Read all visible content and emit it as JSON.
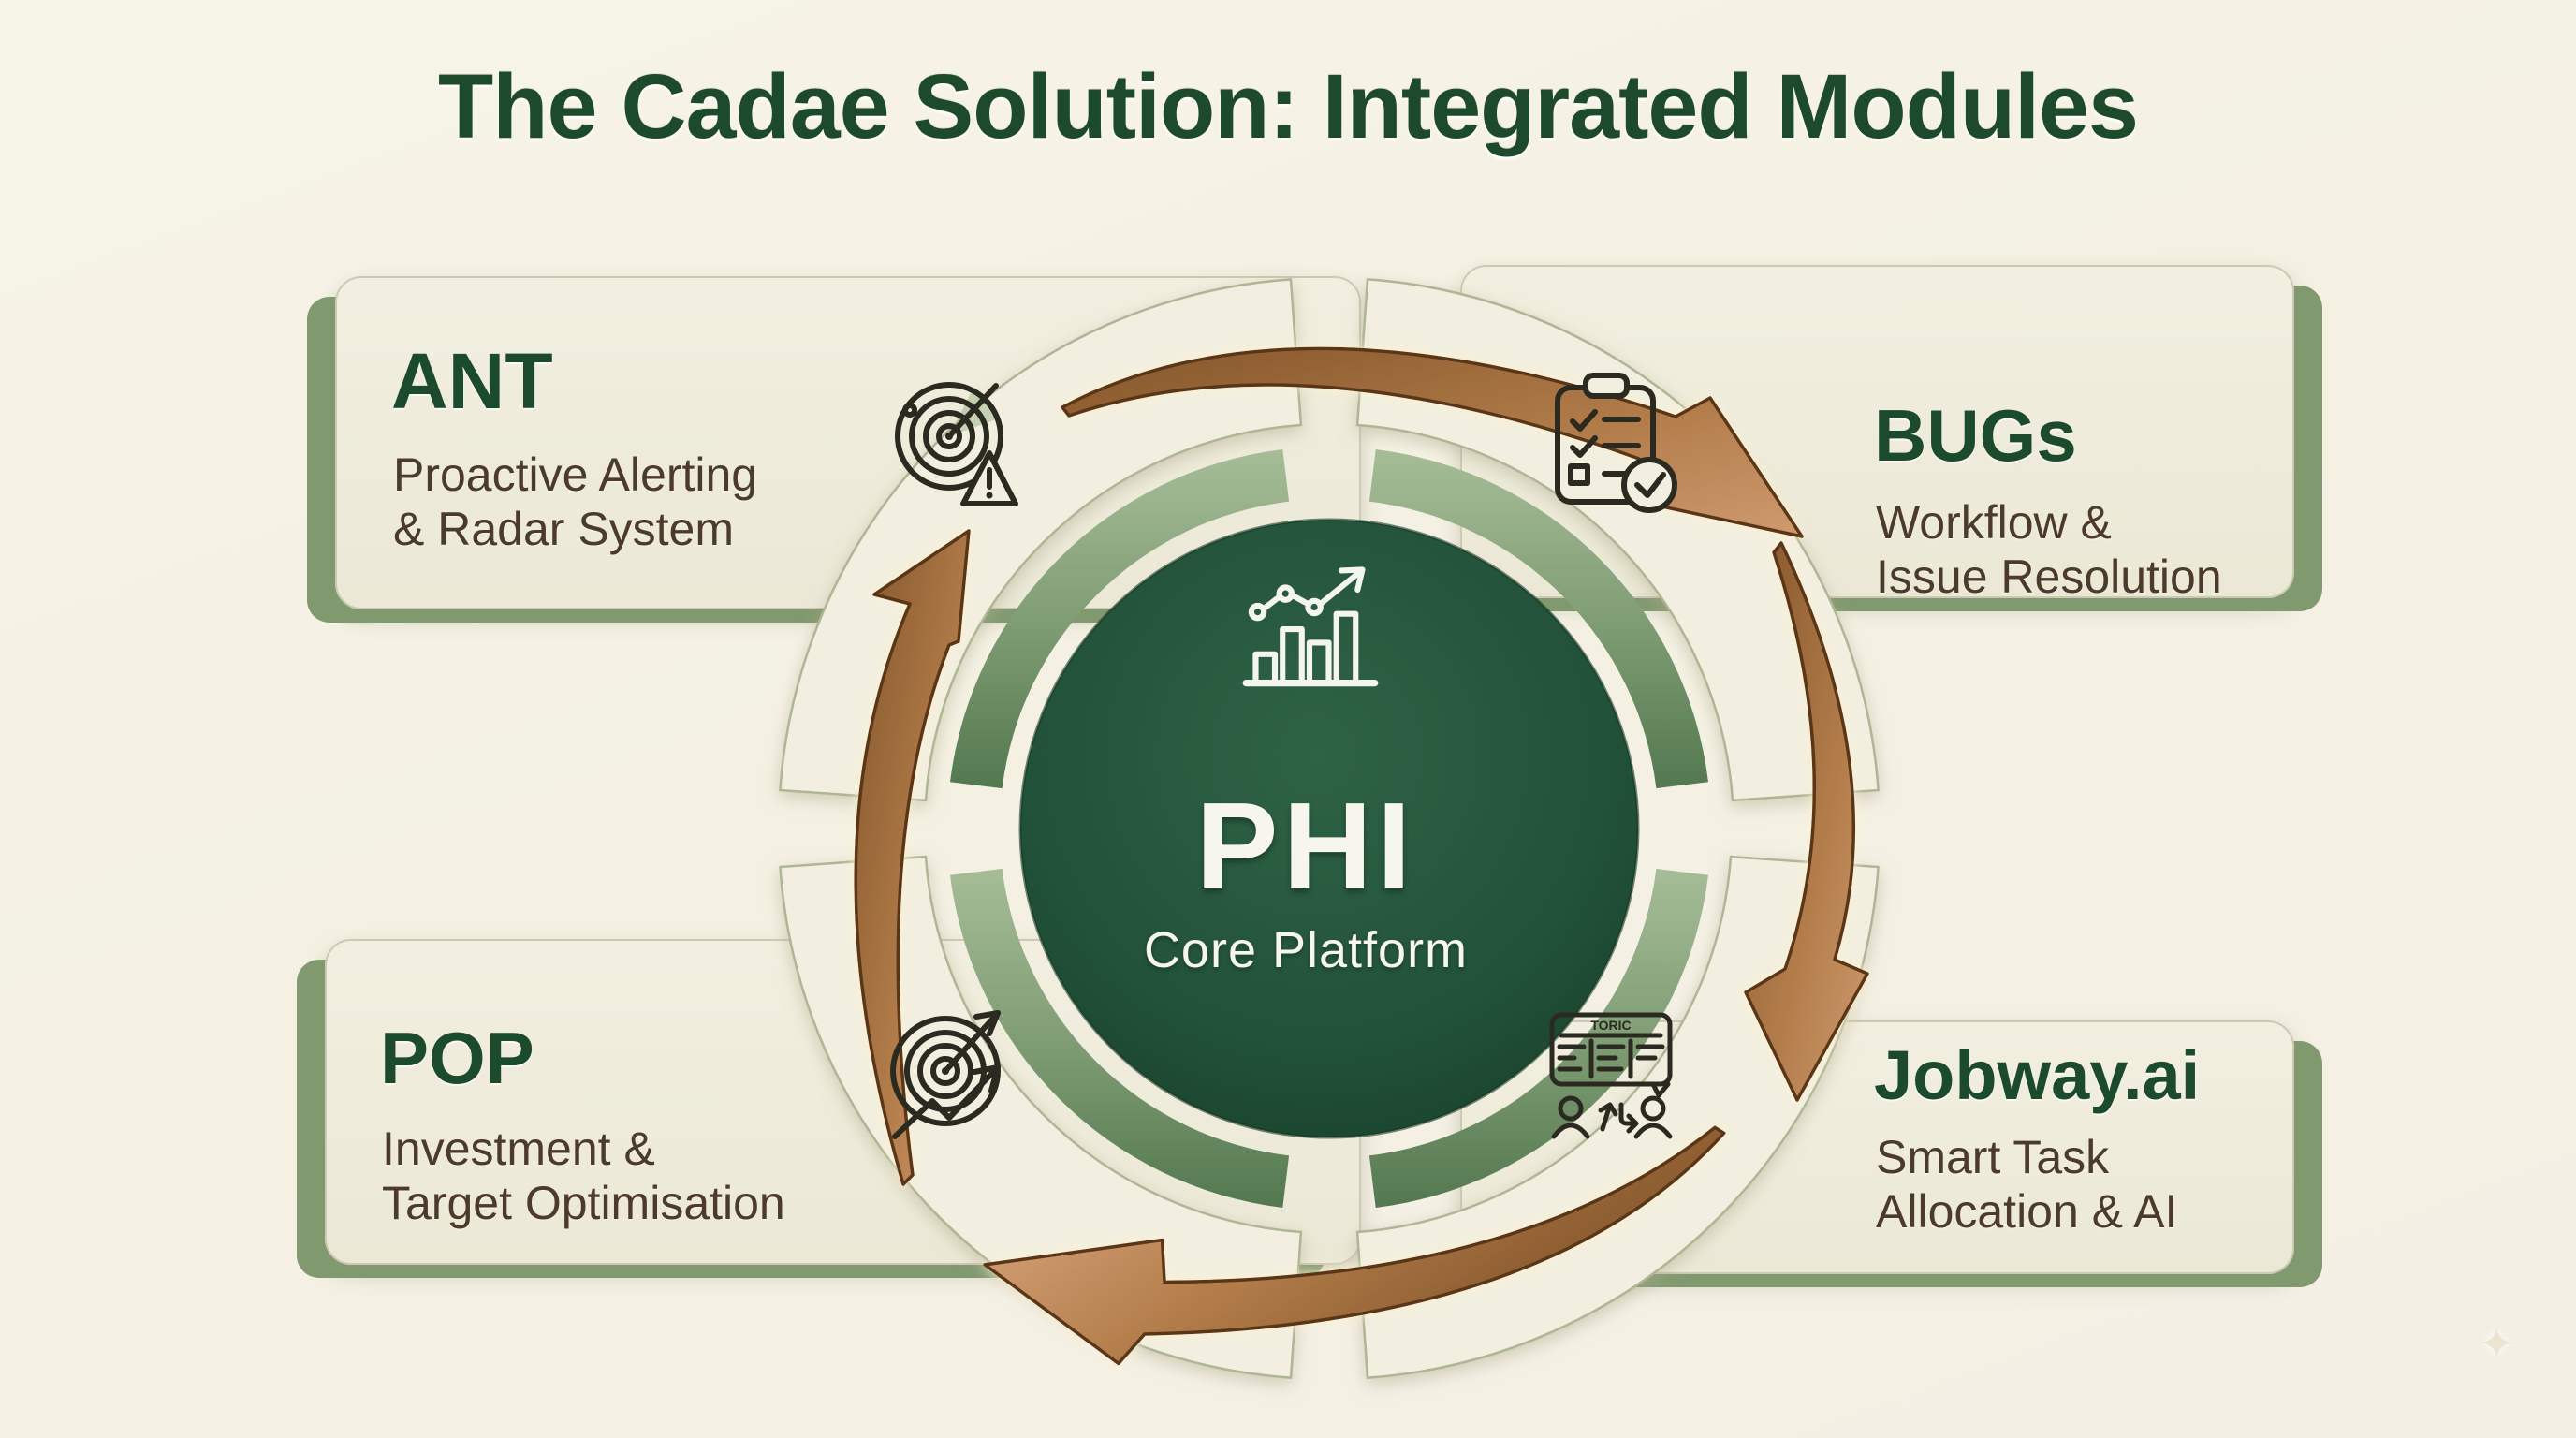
{
  "title": "The Cadae Solution: Integrated Modules",
  "center": {
    "name": "PHI",
    "subtitle": "Core Platform",
    "icon": "bar-chart-trend-icon"
  },
  "modules": [
    {
      "id": "ant",
      "name": "ANT",
      "subtitle_line1": "Proactive Alerting",
      "subtitle_line2": "& Radar System",
      "icon": "radar-alert-icon",
      "position": "top-left"
    },
    {
      "id": "bugs",
      "name": "BUGs",
      "subtitle_line1": "Workflow &",
      "subtitle_line2": "Issue Resolution",
      "icon": "checklist-clipboard-icon",
      "position": "top-right"
    },
    {
      "id": "pop",
      "name": "POP",
      "subtitle_line1": "Investment &",
      "subtitle_line2": "Target Optimisation",
      "icon": "target-arrow-icon",
      "position": "bottom-left"
    },
    {
      "id": "jobway",
      "name": "Jobway.ai",
      "subtitle_line1": "Smart Task",
      "subtitle_line2": "Allocation & AI",
      "icon": "task-board-people-icon",
      "position": "bottom-right"
    }
  ],
  "board_icon_label": "TORIC",
  "cycle": {
    "direction": "clockwise",
    "arrow_count": 4
  },
  "sparkle_glyph": "✦",
  "colors": {
    "background": "#f4f1e3",
    "card": "#efecdc",
    "card_edge_green": "#80996f",
    "title_green": "#1d4a2b",
    "heading_green": "#1c4a2d",
    "subtitle_brown": "#4c3a2b",
    "ring_cream": "#f2efe0",
    "ring_sage": "#7c9a72",
    "core_circle_green": "#1f4c33",
    "arrow_copper": "#b07a48",
    "icon_outline": "#2b2a20",
    "center_text": "#f7f6ee"
  }
}
